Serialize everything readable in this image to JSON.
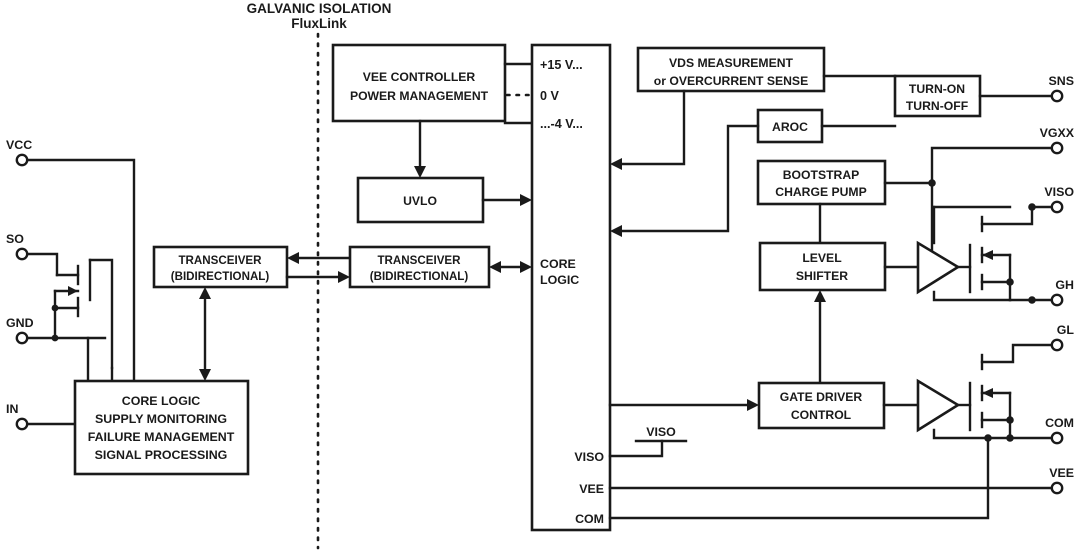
{
  "diagram": {
    "title_line1": "GALVANIC ISOLATION",
    "title_line2": "FluxLink",
    "stroke_color": "#1a1a1a",
    "background": "#ffffff"
  },
  "blocks": {
    "vee_controller": {
      "line1": "VEE CONTROLLER",
      "line2": "POWER MANAGEMENT"
    },
    "uvlo": {
      "line1": "UVLO"
    },
    "transceiver_primary": {
      "line1": "TRANSCEIVER",
      "line2": "(BIDIRECTIONAL)"
    },
    "transceiver_secondary": {
      "line1": "TRANSCEIVER",
      "line2": "(BIDIRECTIONAL)"
    },
    "core_logic_primary": {
      "line1": "CORE LOGIC",
      "line2": "SUPPLY MONITORING",
      "line3": "FAILURE MANAGEMENT",
      "line4": "SIGNAL PROCESSING"
    },
    "core_logic_secondary": {
      "line1": "CORE",
      "line2": "LOGIC"
    },
    "vds_measurement": {
      "line1": "VDS MEASUREMENT",
      "line2": "or OVERCURRENT SENSE"
    },
    "aroc": {
      "line1": "AROC"
    },
    "turn_on_off": {
      "line1": "TURN-ON",
      "line2": "TURN-OFF"
    },
    "bootstrap": {
      "line1": "BOOTSTRAP",
      "line2": "CHARGE PUMP"
    },
    "level_shifter": {
      "line1": "LEVEL",
      "line2": "SHIFTER"
    },
    "gate_driver_control": {
      "line1": "GATE DRIVER",
      "line2": "CONTROL"
    }
  },
  "rails": {
    "positive": "+15 V...",
    "zero": "0 V",
    "negative": "...-4 V..."
  },
  "core_pins": {
    "viso": "VISO",
    "vee": "VEE",
    "com": "COM"
  },
  "labels": {
    "viso_tap": "VISO"
  },
  "pins_left": [
    {
      "name": "VCC",
      "label": "VCC"
    },
    {
      "name": "SO",
      "label": "SO"
    },
    {
      "name": "GND",
      "label": "GND"
    },
    {
      "name": "IN",
      "label": "IN"
    }
  ],
  "pins_right": [
    {
      "name": "SNS",
      "label": "SNS"
    },
    {
      "name": "VGXX",
      "label": "VGXX"
    },
    {
      "name": "VISO",
      "label": "VISO"
    },
    {
      "name": "GH",
      "label": "GH"
    },
    {
      "name": "GL",
      "label": "GL"
    },
    {
      "name": "COM",
      "label": "COM"
    },
    {
      "name": "VEE",
      "label": "VEE"
    }
  ]
}
